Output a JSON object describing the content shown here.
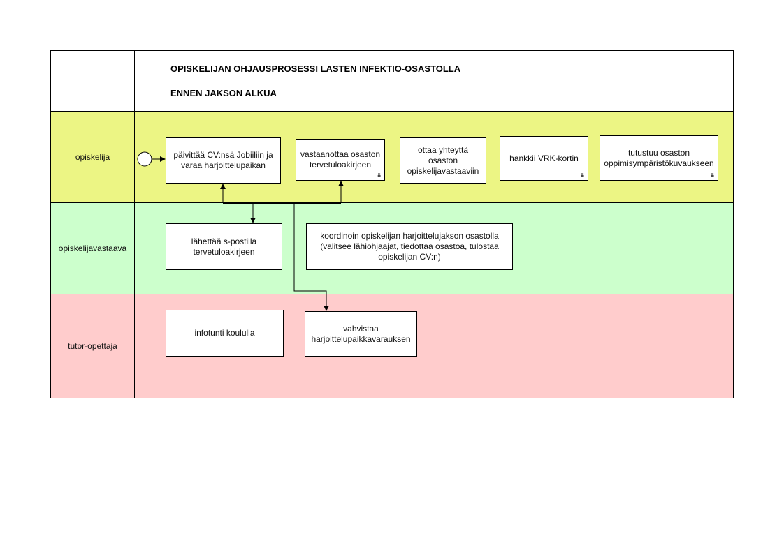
{
  "header": {
    "title": "OPISKELIJAN OHJAUSPROSESSI LASTEN INFEKTIO-OSASTOLLA",
    "subtitle": "ENNEN JAKSON ALKUA"
  },
  "lanes": [
    {
      "label": "opiskelija",
      "color": "#ecf584"
    },
    {
      "label": "opiskelijavastaava",
      "color": "#ccffcc"
    },
    {
      "label": "tutor-opettaja",
      "color": "#ffcccc"
    }
  ],
  "tasks": {
    "t1": "päivittää CV:nsä Jobiiliin ja varaa harjoittelupaikan",
    "t2": "vastaanottaa osaston tervetuloakirjeen",
    "t3": "ottaa yhteyttä osaston opiskelijavastaaviin",
    "t4": "hankkii VRK-kortin",
    "t5": "tutustuu osaston oppimisympäristökuvaukseen",
    "t6": "lähettää s-postilla tervetuloakirjeen",
    "t7": "koordinoin opiskelijan harjoittelujakson osastolla (valitsee lähiohjaajat, tiedottaa osastoa, tulostaa opiskelijan CV:n)",
    "t8": "infotunti koululla",
    "t9": "vahvistaa harjoittelupaikkavarauksen"
  },
  "loop_marker": "⩩"
}
